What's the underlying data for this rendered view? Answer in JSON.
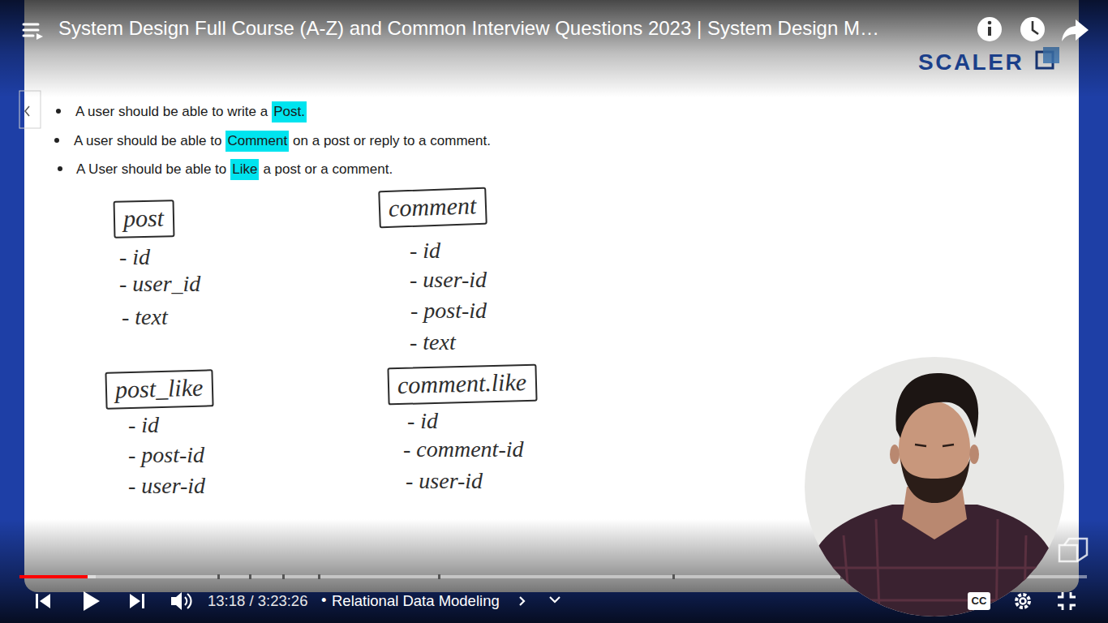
{
  "diagram": {
    "title": "System Design Full Course (A-Z) and Common Interview Questions 2023 | System Design M…",
    "nodes": [
      {
        "text": [
          "post"
        ]
      },
      {
        "text": [
          "comment"
        ]
      },
      {
        "text": [
          "post_like"
        ]
      },
      {
        "text": [
          "comment.like"
        ]
      }
    ],
    "labels": [
      "A user should be able to write a",
      "Post.",
      "A user should be able to",
      "Comment",
      "on a post or reply to a comment.",
      "A User should be able to",
      "Like",
      "a post or a comment.",
      "- id",
      "- user_id",
      "- text",
      "- id",
      "- user-id",
      "- post-id",
      "- text",
      "- id",
      "- post-id",
      "- user-id",
      "- id",
      "- comment-id",
      "- user-id",
      "SCALER",
      "13:18 / 3:23:26",
      "•",
      "Relational Data Modeling",
      "CC"
    ]
  }
}
